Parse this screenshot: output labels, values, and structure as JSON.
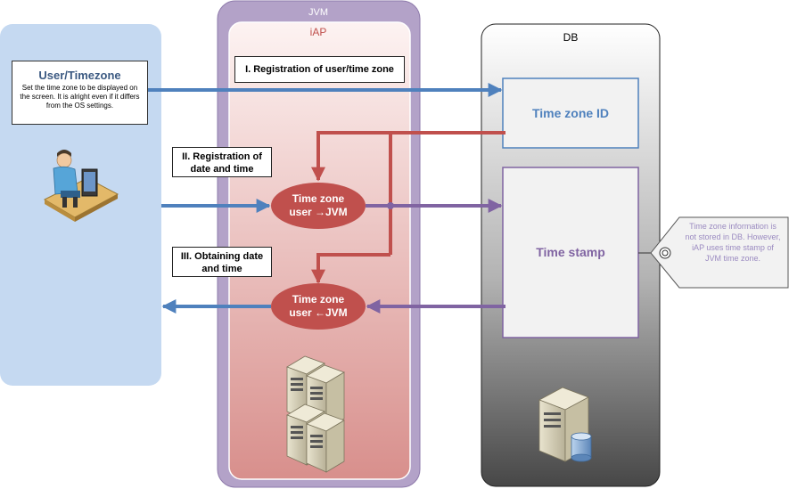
{
  "lanes": {
    "jvm": "JVM",
    "iap": "iAP",
    "db": "DB"
  },
  "user": {
    "title": "User/Timezone",
    "description": "Set the time zone to be displayed on the screen. It is alright even if it differs from the OS settings."
  },
  "steps": {
    "registration_user": "I. Registration of user/time zone",
    "registration_datetime": "II. Registration of date and time",
    "obtaining_datetime": "III. Obtaining date and time"
  },
  "nodes": {
    "tz_to_jvm_line1": "Time zone",
    "tz_to_jvm_line2": "user →JVM",
    "tz_from_jvm_line1": "Time zone",
    "tz_from_jvm_line2": "user ←JVM"
  },
  "db_items": {
    "timezone_id": "Time zone ID",
    "timestamp": "Time stamp"
  },
  "note": {
    "text": "Time zone information is not stored in DB. However, iAP uses time stamp of JVM time zone."
  },
  "colors": {
    "user_lane": "#c5d9f1",
    "jvm_lane": "#b1a0c7",
    "iap_top": "#fbeeed",
    "iap_bottom": "#d99694",
    "db_top": "#ffffff",
    "db_bottom": "#4d4d4d",
    "blue_arrow": "#4f81bd",
    "red_arrow": "#c0504d",
    "purple_arrow": "#8064a2",
    "node_fill": "#c0504d"
  },
  "icons": {
    "user": "user-at-computer-icon",
    "app_servers": "server-cluster-icon",
    "db_server": "database-server-icon",
    "note": "note-tag-icon"
  }
}
